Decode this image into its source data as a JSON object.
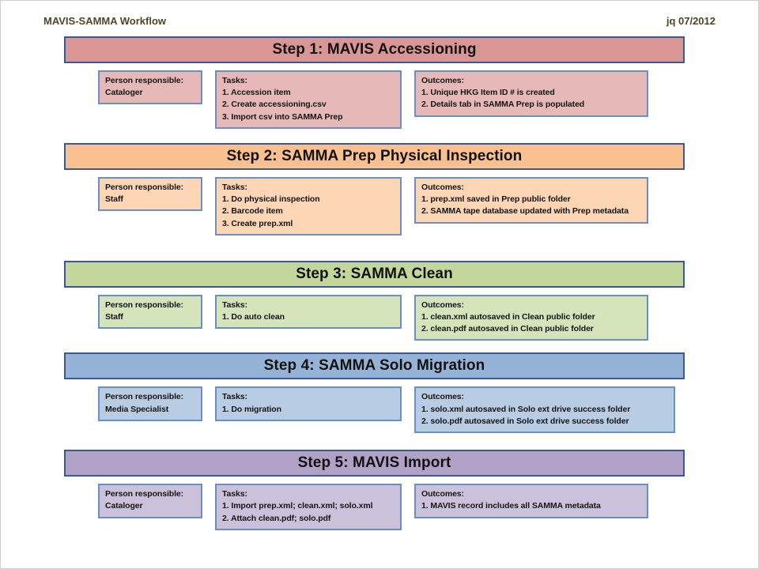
{
  "header": {
    "title": "MAVIS-SAMMA Workflow",
    "date": "jq 07/2012"
  },
  "theme": {
    "banner_border": "#3A5894",
    "box_border": "#6A8FC5",
    "header_text": "#4F4626"
  },
  "steps": [
    {
      "title": "Step 1: MAVIS Accessioning",
      "person_label": "Person responsible:",
      "person": "Cataloger",
      "tasks_label": "Tasks:",
      "tasks": [
        "1. Accession item",
        "2. Create accessioning.csv",
        "3. Import csv into SAMMA Prep"
      ],
      "outcomes_label": "Outcomes:",
      "outcomes": [
        "1. Unique HKG Item ID # is created",
        "2. Details tab in SAMMA Prep is populated"
      ],
      "colors": {
        "banner_fill": "#D99694",
        "box_fill": "#E6B9B8"
      }
    },
    {
      "title": "Step 2: SAMMA Prep Physical Inspection",
      "person_label": "Person responsible:",
      "person": "Staff",
      "tasks_label": "Tasks:",
      "tasks": [
        "1. Do physical inspection",
        "2. Barcode item",
        "3. Create prep.xml"
      ],
      "outcomes_label": "Outcomes:",
      "outcomes": [
        "1. prep.xml saved in Prep public folder",
        "2. SAMMA tape database updated with Prep metadata"
      ],
      "colors": {
        "banner_fill": "#FAC090",
        "box_fill": "#FCD5B4"
      }
    },
    {
      "title": "Step 3: SAMMA Clean",
      "person_label": "Person responsible:",
      "person": "Staff",
      "tasks_label": "Tasks:",
      "tasks": [
        "1. Do auto clean"
      ],
      "outcomes_label": "Outcomes:",
      "outcomes": [
        "1. clean.xml autosaved in Clean public folder",
        "2. clean.pdf autosaved in Clean public folder"
      ],
      "colors": {
        "banner_fill": "#C3D69B",
        "box_fill": "#D6E4BC"
      }
    },
    {
      "title": "Step 4: SAMMA Solo Migration",
      "person_label": "Person responsible:",
      "person": "Media Specialist",
      "tasks_label": "Tasks:",
      "tasks": [
        "1. Do migration"
      ],
      "outcomes_label": "Outcomes:",
      "outcomes": [
        "1. solo.xml autosaved in Solo ext drive success folder",
        "2. solo.pdf autosaved in Solo ext drive success folder"
      ],
      "colors": {
        "banner_fill": "#95B3D7",
        "box_fill": "#B8CCE4"
      }
    },
    {
      "title": "Step 5: MAVIS Import",
      "person_label": "Person responsible:",
      "person": "Cataloger",
      "tasks_label": "Tasks:",
      "tasks": [
        "1. Import prep.xml; clean.xml; solo.xml",
        "2. Attach clean.pdf; solo.pdf"
      ],
      "outcomes_label": "Outcomes:",
      "outcomes": [
        "1. MAVIS record includes all SAMMA metadata"
      ],
      "colors": {
        "banner_fill": "#B2A1C7",
        "box_fill": "#CCC1DA"
      }
    }
  ]
}
